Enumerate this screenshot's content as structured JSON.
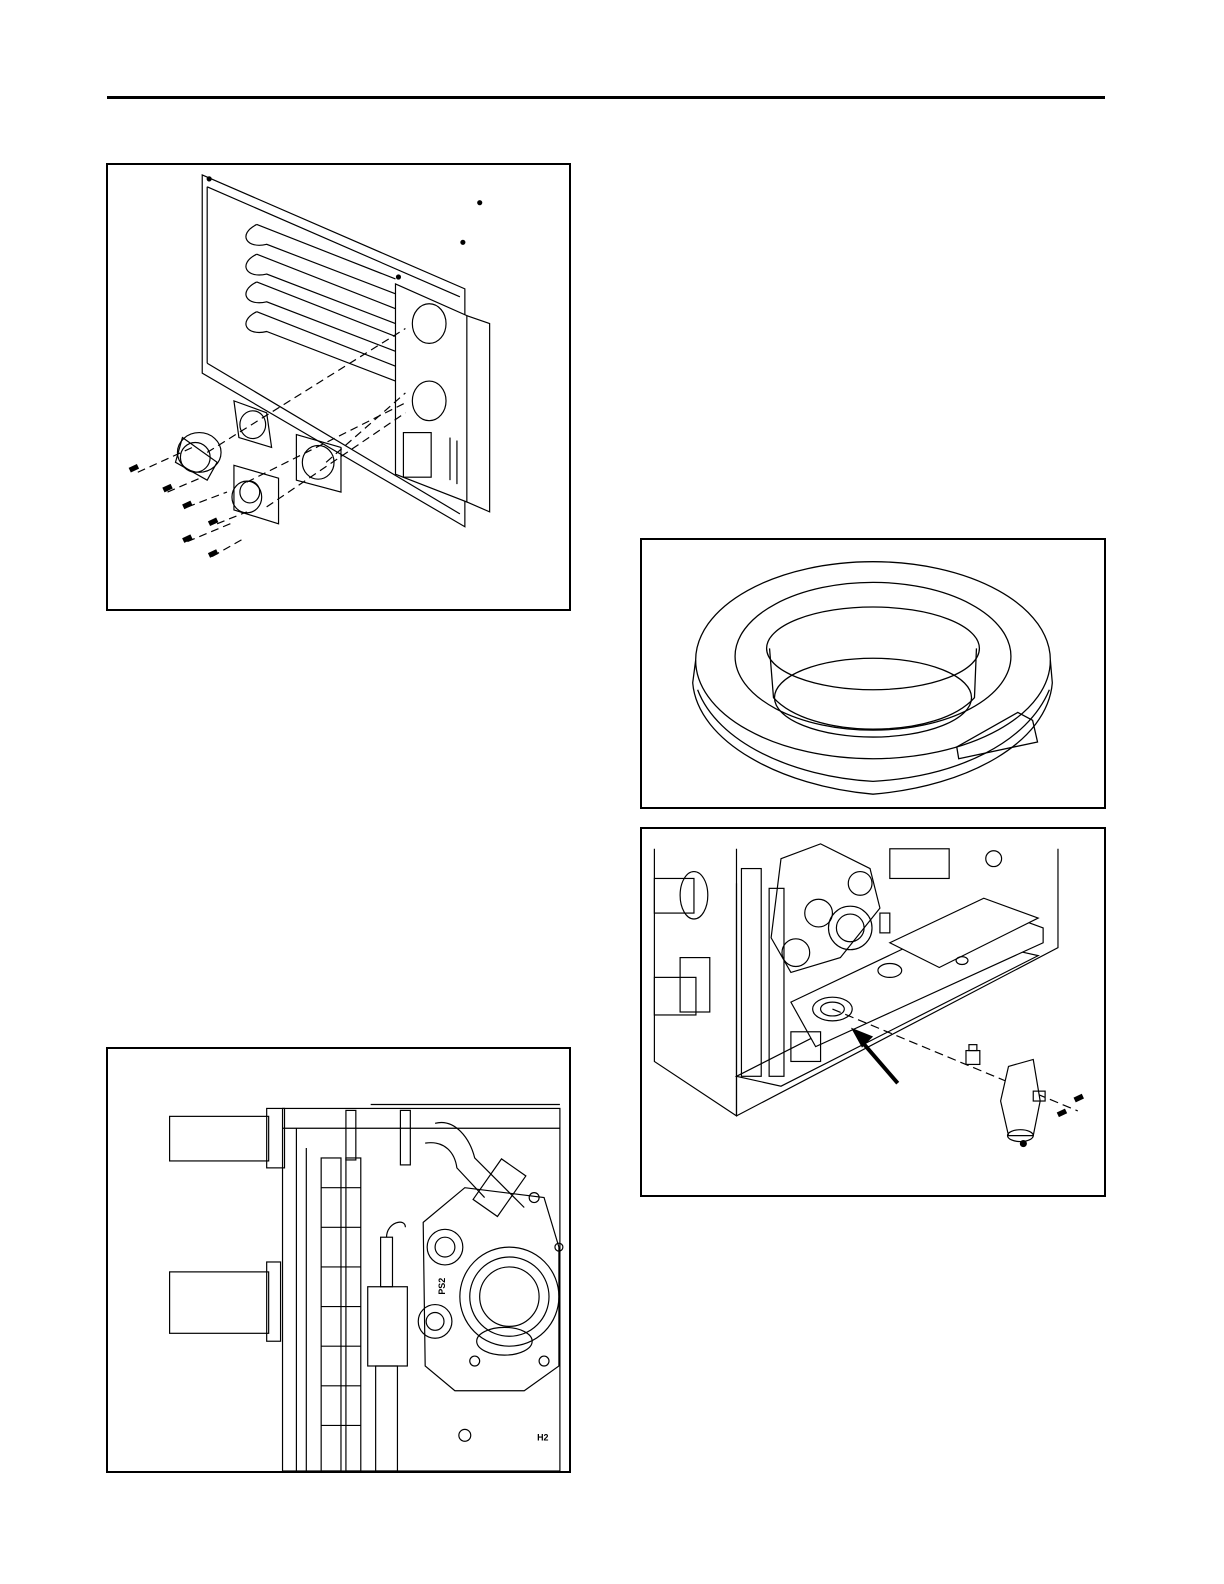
{
  "figures": {
    "vent": {
      "icon": "exploded-vent-assembly"
    },
    "unit": {
      "icon": "unit-cutaway",
      "labels": {
        "ps2": "PS2",
        "h2": "H2"
      }
    },
    "ring": {
      "icon": "gasket-ring"
    },
    "drain": {
      "icon": "condensate-drain-assembly"
    }
  },
  "colors": {
    "line": "#000000",
    "background": "#ffffff"
  }
}
